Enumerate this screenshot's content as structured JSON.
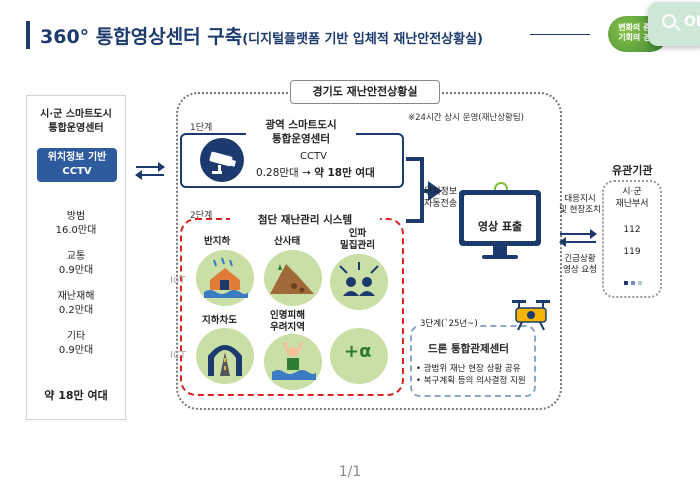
{
  "title": {
    "main": "360° 통합영상센터 구축",
    "sub": "(디지털플랫폼 기반 입체적 재난안전상황실)"
  },
  "logo": {
    "line1": "변화의 중심",
    "line2": "기회의 경기"
  },
  "ok_button": {
    "label": "OK"
  },
  "left_panel": {
    "title_line1": "시·군 스마트도시",
    "title_line2": "통합운영센터",
    "cctv_line1": "위치정보 기반",
    "cctv_line2": "CCTV",
    "stats": [
      {
        "label": "방범",
        "value": "16.0만대"
      },
      {
        "label": "교통",
        "value": "0.9만대"
      },
      {
        "label": "재난재해",
        "value": "0.2만대"
      },
      {
        "label": "기타",
        "value": "0.9만대"
      }
    ],
    "total": "약 18만 여대"
  },
  "main": {
    "title": "경기도 재난안전상황실",
    "note": "※24시간 상시 운영(재난상황팀)",
    "stage1": {
      "label": "1단계",
      "title_line1": "광역 스마트도시",
      "title_line2": "통합운영센터",
      "cctv": "CCTV",
      "count_from": "0.28만대 →",
      "count_to": "약 18만 여대"
    },
    "stage2": {
      "label": "2단계",
      "title": "첨단 재난관리 시스템",
      "tiles": [
        {
          "label": "반지하"
        },
        {
          "label": "산사태"
        },
        {
          "label": "인파",
          "label2": "밀집관리"
        },
        {
          "label": "지하차도"
        },
        {
          "label": "인명피해",
          "label2": "우려지역"
        },
        {
          "label": "+α"
        }
      ],
      "side_tags": [
        "IoT",
        "ICT"
      ]
    },
    "stage3": {
      "label": "3단계(`25년~)",
      "title": "드론 통합관제센터",
      "bullets": [
        "광범위 재난 현장 상황 공유",
        "복구계획 등의 의사결정 지원"
      ]
    },
    "flow_text_line1": "위치정보",
    "flow_text_line2": "자동전송",
    "monitor_label": "영상 표출"
  },
  "right_arrows": {
    "top_line1": "대응지시",
    "top_line2": "및 현장조치",
    "bottom_line1": "긴급상황",
    "bottom_line2": "영상 요청"
  },
  "related": {
    "title": "유관기관",
    "items": [
      "시·군",
      "재난부서",
      "112",
      "119"
    ]
  },
  "page": "1/1",
  "colors": {
    "navy": "#1c3a6e",
    "green": "#c9dfa5",
    "red": "#d9231f"
  }
}
